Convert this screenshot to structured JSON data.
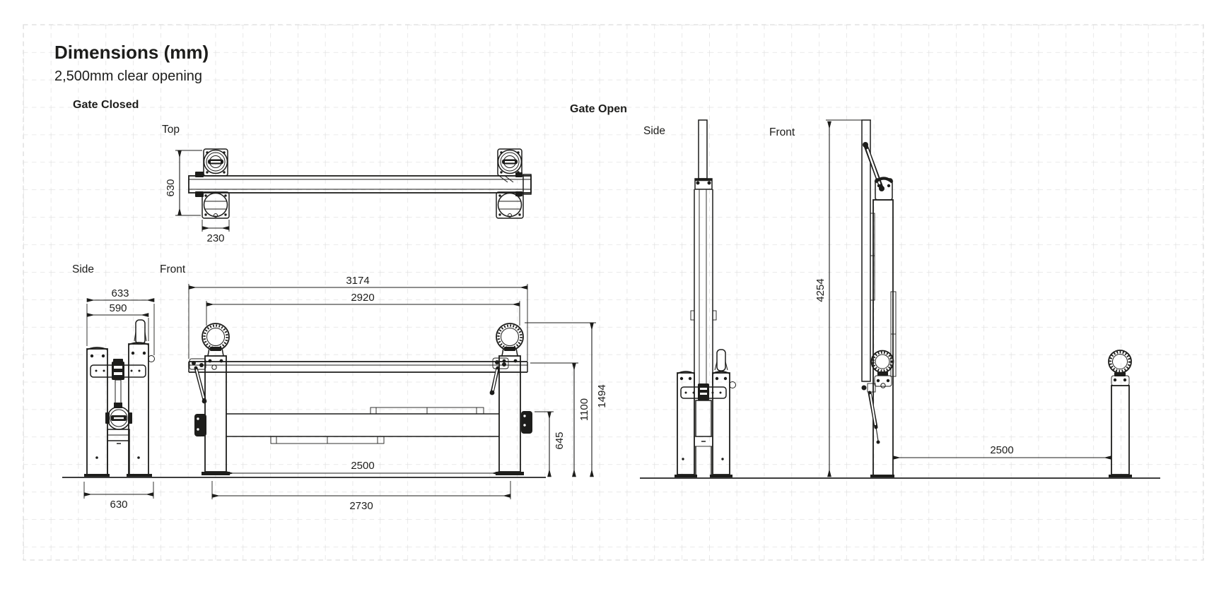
{
  "page": {
    "title": "Dimensions (mm)",
    "subtitle": "2,500mm clear opening"
  },
  "sections": {
    "gate_closed": {
      "label": "Gate Closed",
      "views": {
        "top": "Top",
        "side": "Side",
        "front": "Front"
      }
    },
    "gate_open": {
      "label": "Gate Open",
      "views": {
        "side": "Side",
        "front": "Front"
      }
    }
  },
  "dimensions_mm": {
    "top_view_depth": "630",
    "top_view_post_width": "230",
    "side_view_width_overall": "633",
    "side_view_width_inner": "590",
    "side_view_base_width": "630",
    "front_view_overall_width": "3174",
    "front_view_hinge_centres": "2920",
    "front_view_overall_height": "1494",
    "front_view_rail_height": "1100",
    "front_view_arm_height": "645",
    "front_view_clear_opening": "2500",
    "front_view_base_span": "2730",
    "open_overall_height": "4254",
    "open_clear_opening": "2500"
  },
  "style": {
    "line_color": "#1d1d1b",
    "grid_color": "#dddddd",
    "ground_color": "#3d3d3d",
    "background": "#ffffff"
  }
}
